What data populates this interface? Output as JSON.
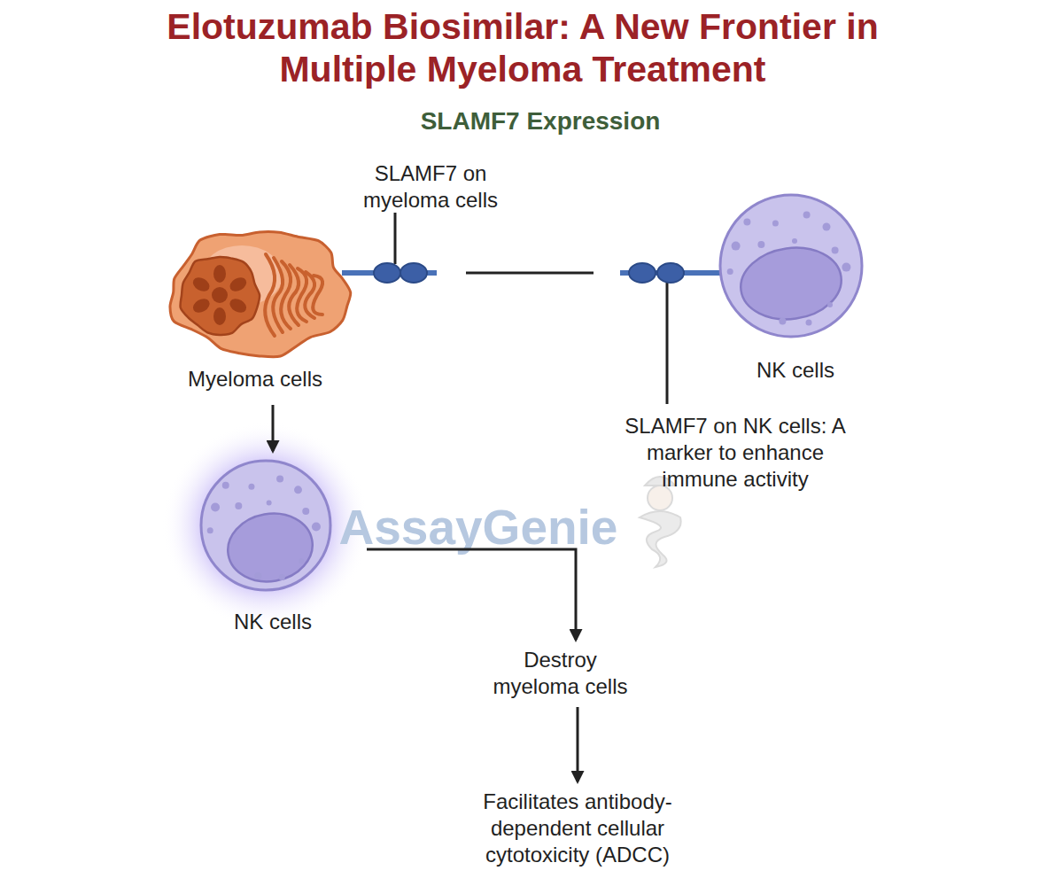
{
  "diagram": {
    "title": "Elotuzumab Biosimilar: A New Frontier in Multiple Myeloma Treatment",
    "nodes": [
      {
        "text": [
          "Myeloma cells"
        ]
      },
      {
        "text": [
          "NK cells"
        ]
      },
      {
        "text": [
          "NK cells"
        ]
      },
      {
        "text": [
          "Destroy myeloma cells"
        ]
      },
      {
        "text": [
          "Facilitates antibody-dependent cellular cytotoxicity (ADCC)"
        ]
      }
    ],
    "edges": [
      {
        "from": 0,
        "to": 2,
        "arrow": "to"
      },
      {
        "from": 2,
        "to": 3,
        "arrow": "to"
      },
      {
        "from": 3,
        "to": 4,
        "arrow": "to"
      },
      {
        "from": 0,
        "to": 1,
        "arrow": "none"
      }
    ],
    "labels": [
      "SLAMF7 Expression",
      "SLAMF7 on myeloma cells",
      "SLAMF7 on NK cells: A marker to enhance immune activity",
      "AssayGenie"
    ]
  }
}
